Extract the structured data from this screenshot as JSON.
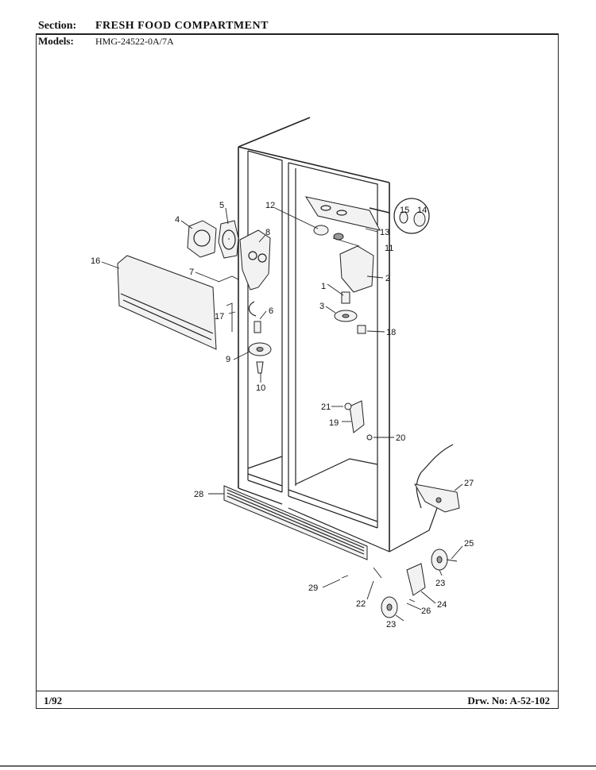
{
  "header": {
    "section_label": "Section:",
    "section_value": "FRESH FOOD COMPARTMENT",
    "models_label": "Models:",
    "models_value": "HMG-24522-0A/7A"
  },
  "footer": {
    "date": "1/92",
    "drawing_number": "Drw. No: A-52-102"
  },
  "callouts": [
    "1",
    "2",
    "3",
    "4",
    "5",
    "6",
    "7",
    "8",
    "9",
    "10",
    "11",
    "12",
    "13",
    "14",
    "15",
    "16",
    "17",
    "18",
    "19",
    "20",
    "21",
    "22",
    "23",
    "23",
    "24",
    "25",
    "26",
    "27",
    "28",
    "29"
  ]
}
